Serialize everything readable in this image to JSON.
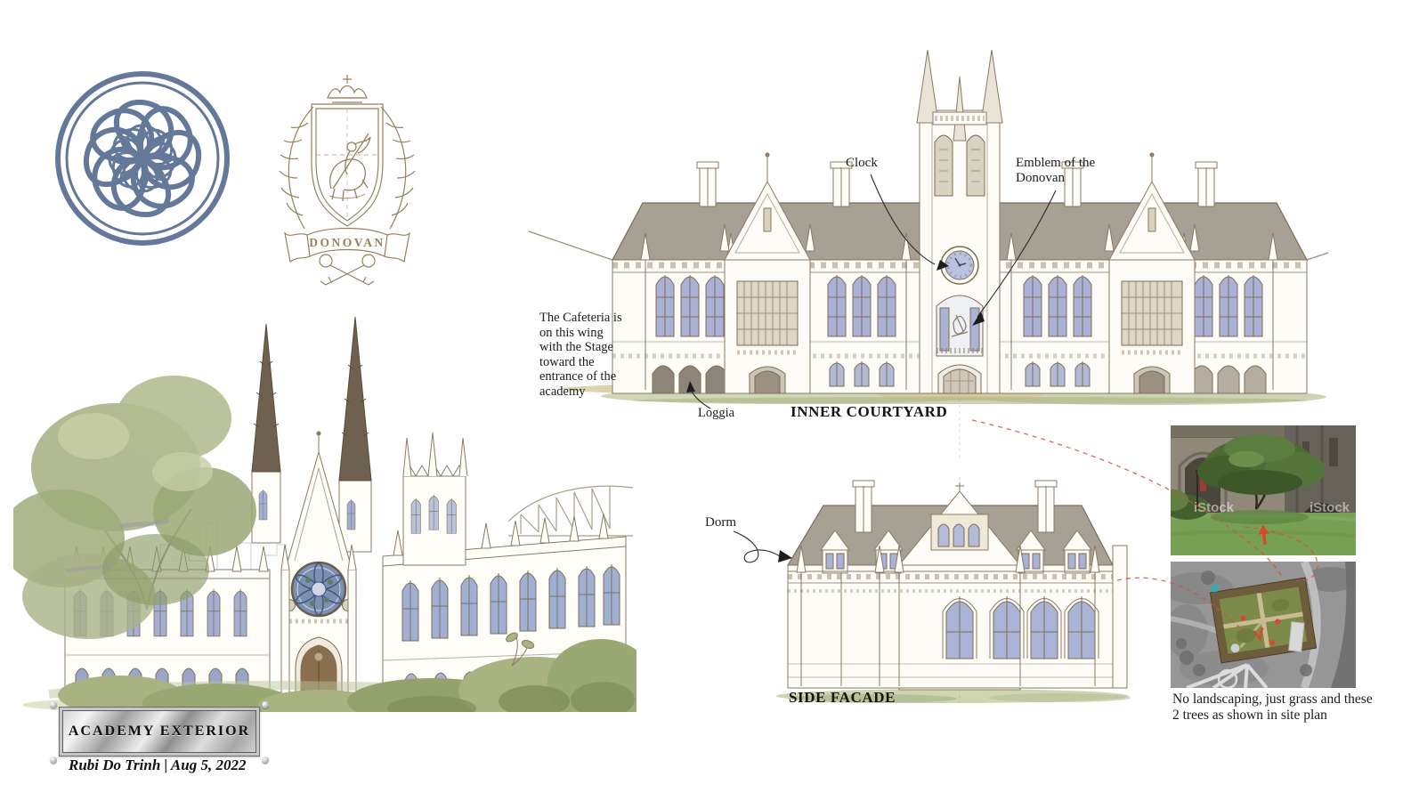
{
  "colors": {
    "ink_sepia": "#8a7a63",
    "roof_taupe": "#a6a095",
    "window_blue": "#a9b2d6",
    "rose_window_blue": "#64789a",
    "foliage_olive": "#a7b183",
    "annotation_red": "#d4503a",
    "text_ink": "#1c1c1c"
  },
  "crest": {
    "banner": "DONOVAN"
  },
  "inner_courtyard": {
    "title": "INNER COURTYARD",
    "clock_label": "Clock",
    "emblem_label_lines": [
      "Emblem of the",
      "Donovan"
    ],
    "cafeteria_note_lines": [
      "The Cafeteria is",
      "on this wing",
      "with the Stage",
      "toward the",
      "entrance of the",
      "academy"
    ],
    "loggia_label": "Loggia"
  },
  "side_facade": {
    "title": "SIDE FACADE",
    "dorm_label": "Dorm"
  },
  "reference_photos": {
    "watermark": "iStock",
    "site_note_lines": [
      "No landscaping, just grass and these",
      "2 trees as shown in site plan"
    ]
  },
  "title_plaque": {
    "title": "ACADEMY EXTERIOR",
    "credit": "Rubi Do Trinh | Aug 5, 2022"
  }
}
